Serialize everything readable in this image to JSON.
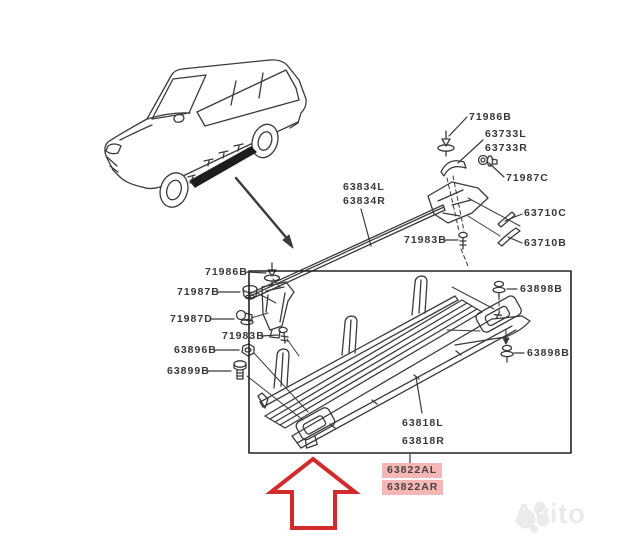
{
  "diagram": {
    "part_labels": {
      "clip_top": "71986B",
      "bracket_cover_l": "63733L",
      "bracket_cover_r": "63733R",
      "bolt_washer": "71987C",
      "shim_c": "63710C",
      "shim_b": "63710B",
      "molding_l": "63834L",
      "molding_r": "63834R",
      "screw_top": "71983B",
      "clip_left": "71986B",
      "grommet": "71987B",
      "clip_d": "71987D",
      "screw_left": "71983B",
      "nut": "63896B",
      "bolt_left": "63899B",
      "bolt_right_1": "63898B",
      "bolt_right_2": "63898B",
      "board_l": "63818L",
      "board_r": "63818R"
    },
    "highlighted_labels": {
      "step_al": "63822AL",
      "step_ar": "63822AR"
    },
    "colors": {
      "highlight_bg": "#f5b6b6",
      "arrow_red": "#d22b2b",
      "line_color": "#3a3a3a"
    }
  },
  "watermark": {
    "brand": "Avito"
  }
}
